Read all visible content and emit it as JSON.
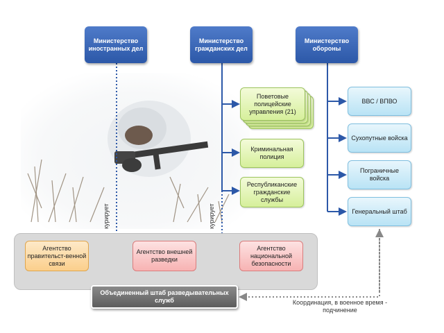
{
  "ministries": {
    "foreign": "Министерство иностранных дел",
    "civil": "Министерство гражданских дел",
    "defense": "Министерство обороны"
  },
  "civil_units": {
    "police_districts": "Поветовые полицейские управления (21)",
    "criminal_police": "Криминальная полиция",
    "civil_services": "Республиканские гражданские службы"
  },
  "defense_units": {
    "air": "ВВС / ВПВО",
    "land": "Сухопутные войска",
    "border": "Пограничные войска",
    "staff": "Генеральный штаб"
  },
  "agencies": {
    "gov_comm": "Агентство правительст-венной связи",
    "foreign_intel": "Агентство внешней разведки",
    "national_security": "Агентство национальной безопасности"
  },
  "joint_hq": "Объединенный штаб разведывательных служб",
  "supervises_label_1": "курирует",
  "supervises_label_2": "курирует",
  "coordination_note": "Координация, в военное время - подчинение",
  "colors": {
    "ministry": "#2c58a8",
    "green_box": "#d6ef9b",
    "blue_box": "#b9e3f5",
    "orange_box": "#fbcf8c",
    "red_box": "#f7b3b3",
    "joint_hq": "#5d5d5d",
    "panel": "#d9d9d9"
  },
  "photo": "soldier-in-snow-camouflage-with-rifle"
}
